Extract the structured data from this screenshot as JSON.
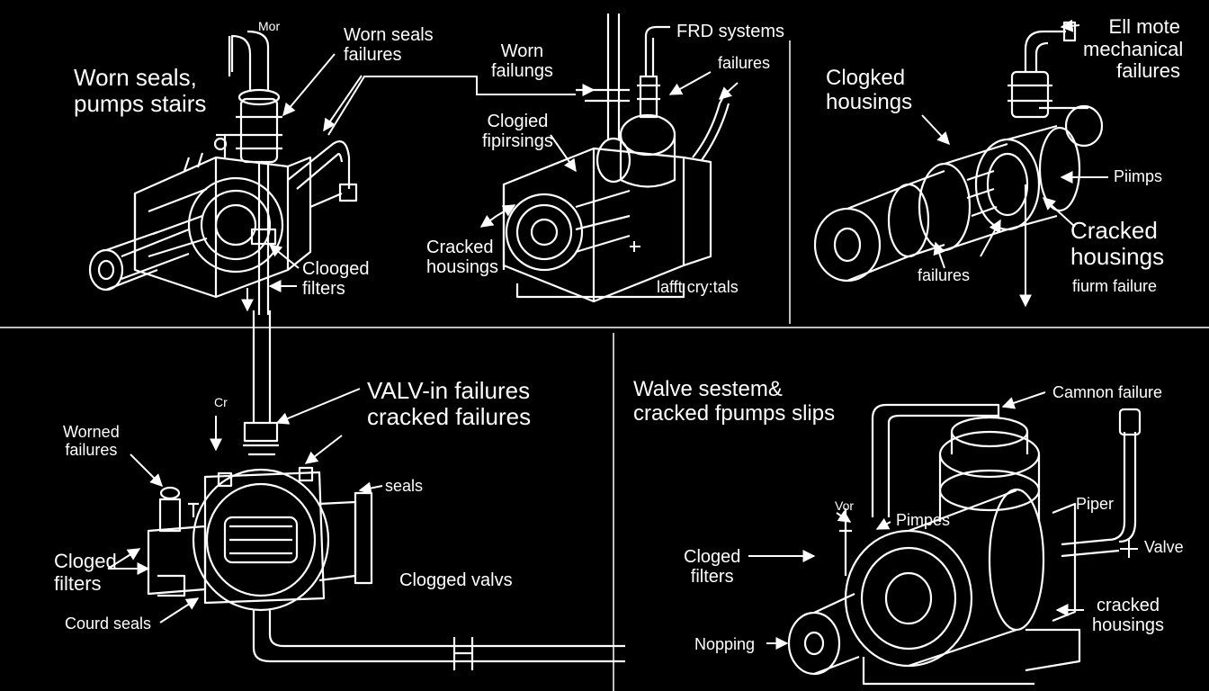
{
  "panels": {
    "top_left": {
      "small_tag": "Mor",
      "main_label": "Worn seals,\npumps stairs",
      "worn_seals": "Worn seals\nfailures",
      "clogged_filters": "Clooged\nfilters"
    },
    "top_middle": {
      "worn_failings": "Worn\nfailungs",
      "frd_systems": "FRD systems",
      "failures": "failures",
      "cloged_fipirsings": "Clogied\nfipirsings",
      "cracked_housings": "Cracked\nhousings",
      "lafft_crystals": "lafft cry:tals"
    },
    "top_right": {
      "ell_mote": "Ell mote\nmechanical\nfailures",
      "clogked_housings": "Clogked\nhousings",
      "piimps": "Piimps",
      "cracked_housings": "Cracked\nhousings",
      "firm_failure": "fiurm failure",
      "failures": "failures"
    },
    "bottom_left": {
      "small_tag": "Cr",
      "valv_in": "VALV-in failures\ncracked failures",
      "worned_failures": "Worned\nfailures",
      "seals": "seals",
      "cloged_filters": "Cloged\nfilters",
      "clogged_valvs": "Clogged valvs",
      "courd_seals": "Courd seals"
    },
    "bottom_right": {
      "walve_sestem": "Walve sestem&\ncracked fpumps slips",
      "camnon_failure": "Camnon failure",
      "vor": "Vor",
      "pimpes": "Pimpes",
      "piper": "Piper",
      "valve": "Valve",
      "cloged_filters": "Cloged\nfilters",
      "cracked_housings": "cracked\nhousings",
      "nopping": "Nopping"
    }
  }
}
